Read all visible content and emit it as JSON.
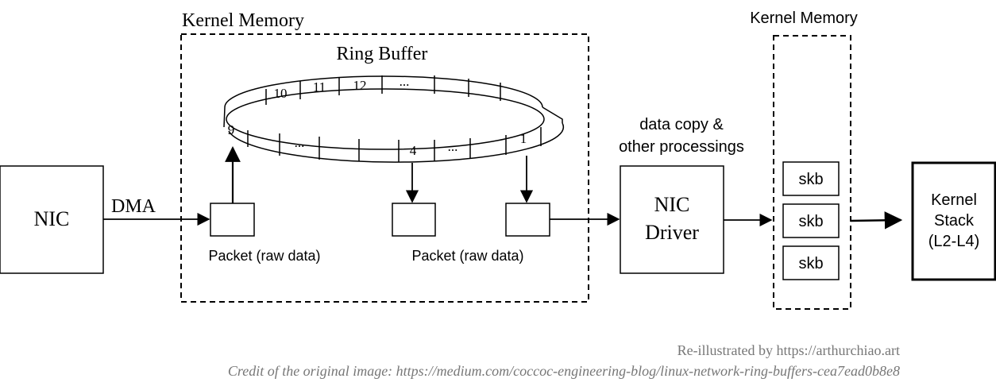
{
  "diagram": {
    "left_region": {
      "title": "Kernel Memory",
      "ring_buffer_title": "Ring Buffer",
      "slots_top": [
        "10",
        "11",
        "12",
        "..."
      ],
      "slot_left": "9",
      "slots_bottom": [
        "...",
        "4",
        "...",
        "1"
      ],
      "packet_labels": [
        "Packet (raw data)",
        "Packet (raw data)"
      ]
    },
    "nic": {
      "label": "NIC"
    },
    "dma_label": "DMA",
    "driver": {
      "line1": "NIC",
      "line2": "Driver"
    },
    "copy_text": {
      "line1": "data copy &",
      "line2": "other processings"
    },
    "right_region": {
      "title": "Kernel Memory",
      "skbs": [
        "skb",
        "skb",
        "skb"
      ]
    },
    "kernel_stack": {
      "line1": "Kernel",
      "line2": "Stack",
      "line3": "(L2-L4)"
    },
    "credits": {
      "line1": "Re-illustrated by https://arthurchiao.art",
      "line2": "Credit of the original image: https://medium.com/coccoc-engineering-blog/linux-network-ring-buffers-cea7ead0b8e8"
    }
  }
}
